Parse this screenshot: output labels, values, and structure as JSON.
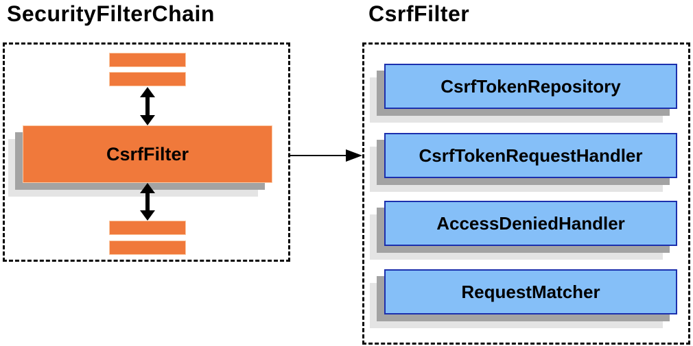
{
  "left_panel": {
    "title": "SecurityFilterChain",
    "filter_box_label": "CsrfFilter",
    "placeholder_bar_count": 4
  },
  "right_panel": {
    "title": "CsrfFilter",
    "components": [
      {
        "label": "CsrfTokenRepository"
      },
      {
        "label": "CsrfTokenRequestHandler"
      },
      {
        "label": "AccessDeniedHandler"
      },
      {
        "label": "RequestMatcher"
      }
    ]
  },
  "icons": {
    "bidirectional_arrow": "double-headed vertical arrow",
    "flow_arrow": "right-pointing arrow"
  },
  "colors": {
    "orange": "#F0793B",
    "orange_border": "#FBC9A4",
    "blue": "#85BFF8",
    "blue_border": "#1B2FAD",
    "shadow_dark": "#A3A3A3",
    "shadow_light": "#E4E4E4",
    "border": "#000000",
    "text": "#000000"
  }
}
